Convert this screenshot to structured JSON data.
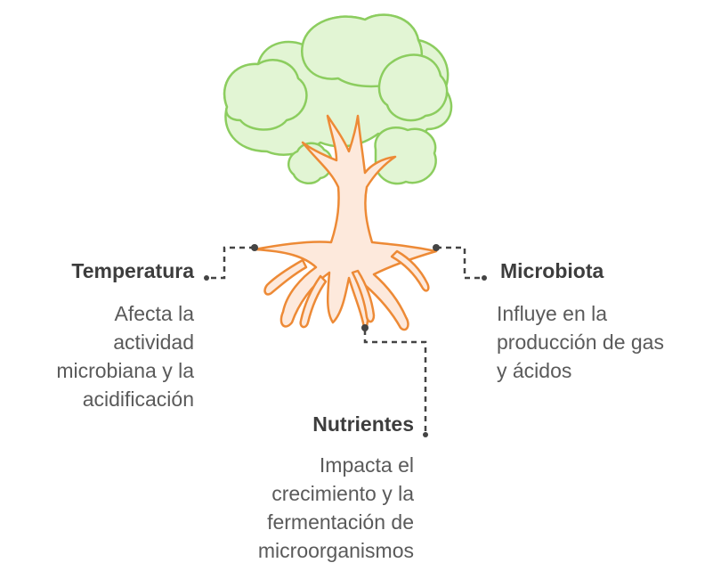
{
  "colors": {
    "canopy_fill": "#e2f5d4",
    "canopy_stroke": "#8ccd5f",
    "trunk_fill": "#fde9dc",
    "trunk_stroke": "#ed8a36",
    "connector": "#444444",
    "title_text": "#3d3d3d",
    "desc_text": "#5a5a5a"
  },
  "items": {
    "temperatura": {
      "title": "Temperatura",
      "desc": [
        "Afecta la",
        "actividad",
        "microbiana y la",
        "acidificación"
      ]
    },
    "microbiota": {
      "title": "Microbiota",
      "desc": [
        "Influye en la",
        "producción de gas",
        "y ácidos"
      ]
    },
    "nutrientes": {
      "title": "Nutrientes",
      "desc": [
        "Impacta el",
        "crecimiento y la",
        "fermentación de",
        "microorganismos"
      ]
    }
  }
}
